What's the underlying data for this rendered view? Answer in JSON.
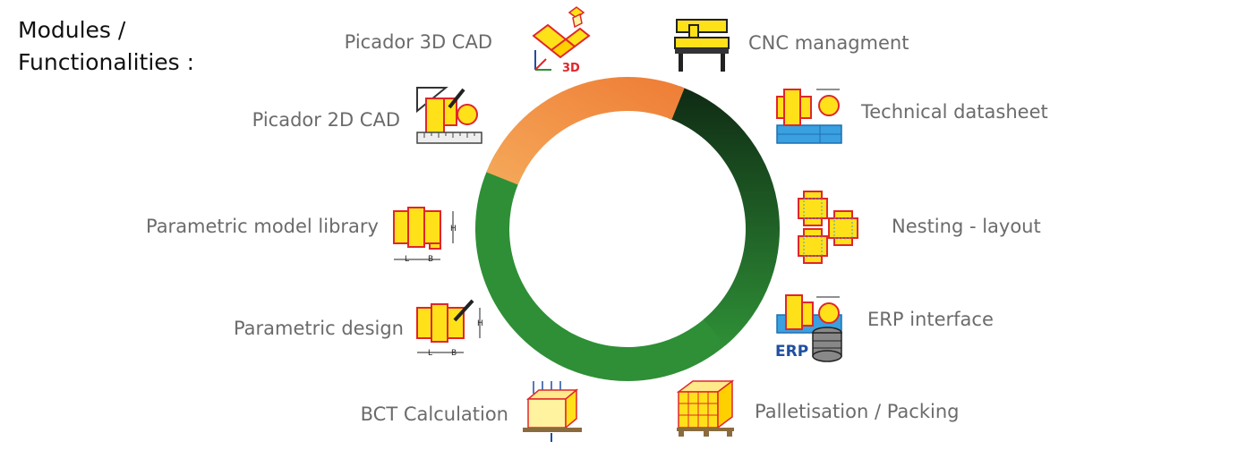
{
  "title": {
    "line1": "Modules /",
    "line2": "Functionalities :"
  },
  "modules_left": [
    {
      "label": "Picador 3D CAD",
      "icon": "3d-cad-icon",
      "icon_text": "3D"
    },
    {
      "label": "Picador 2D CAD",
      "icon": "2d-cad-icon"
    },
    {
      "label": "Parametric model library",
      "icon": "parametric-library-icon",
      "icon_text": "L B H"
    },
    {
      "label": "Parametric design",
      "icon": "parametric-design-icon",
      "icon_text": "L B H"
    },
    {
      "label": "BCT Calculation",
      "icon": "bct-calculation-icon"
    }
  ],
  "modules_right": [
    {
      "label": "CNC managment",
      "icon": "cnc-machine-icon"
    },
    {
      "label": "Technical datasheet",
      "icon": "technical-datasheet-icon"
    },
    {
      "label": "Nesting - layout",
      "icon": "nesting-layout-icon"
    },
    {
      "label": "ERP interface",
      "icon": "erp-interface-icon",
      "icon_text": "ERP"
    },
    {
      "label": "Palletisation / Packing",
      "icon": "palletisation-icon"
    }
  ],
  "colors": {
    "ring_orange": "#f0883e",
    "ring_orange_light": "#f5a95a",
    "ring_green": "#2e8f36",
    "ring_dark": "#0f2a14",
    "icon_yellow": "#ffe11a",
    "icon_outline": "#e0262b",
    "icon_blue": "#3aa0e0",
    "label_gray": "#6b6b6b"
  }
}
